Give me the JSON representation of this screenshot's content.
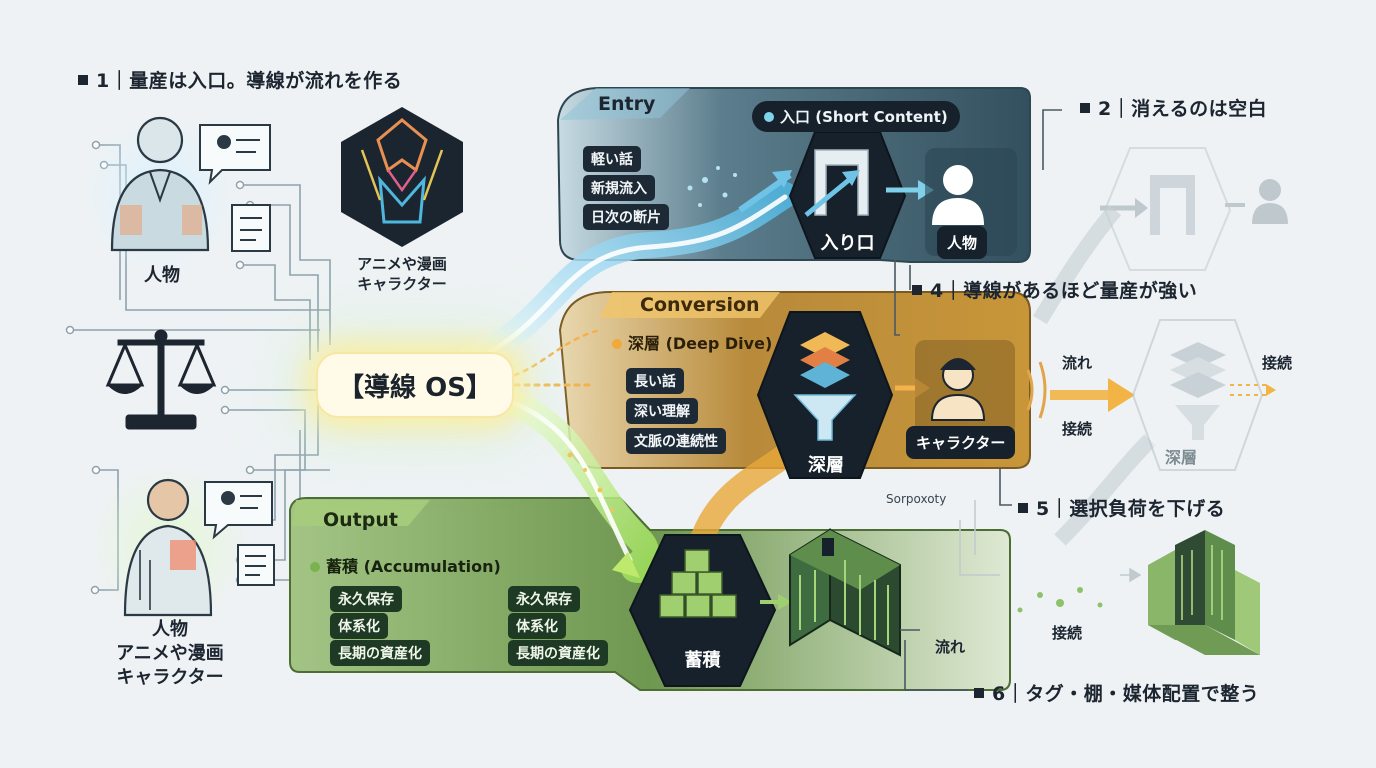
{
  "headings": {
    "h1": "1｜量産は入口。導線が流れを作る",
    "h2": "2｜消えるのは空白",
    "h4": "4｜導線があるほど量産が強い",
    "h5": "5｜選択負荷を下げる",
    "h6": "6｜タグ・棚・媒体配置で整う"
  },
  "left": {
    "person_top_caption": "人物",
    "anime_caption_line1": "アニメや漫画",
    "anime_caption_line2": "キャラクター",
    "person_bottom_line1": "人物",
    "person_bottom_line2": "アニメや漫画",
    "person_bottom_line3": "キャラクター"
  },
  "center": {
    "os_label": "【導線 OS】"
  },
  "entry": {
    "title": "Entry",
    "pill": "入口 (Short Content)",
    "items": [
      "軽い話",
      "新規流入",
      "日次の断片"
    ],
    "hex_label": "入り口",
    "person_label": "人物"
  },
  "conversion": {
    "title": "Conversion",
    "subtitle": "深層 (Deep Dive)",
    "items": [
      "長い話",
      "深い理解",
      "文脈の連続性"
    ],
    "hex_label": "深層",
    "character_label": "キャラクター"
  },
  "output": {
    "title": "Output",
    "subtitle": "蓄積 (Accumulation)",
    "items_left": [
      "永久保存",
      "体系化",
      "長期の資産化"
    ],
    "items_right": [
      "永久保存",
      "体系化",
      "長期の資産化"
    ],
    "hex_label": "蓄積"
  },
  "right": {
    "flow_label": "流れ",
    "connect_label_top": "接続",
    "connect_label_mid": "接続",
    "deep_label": "深層",
    "misc_label": "Sorpoxoty",
    "connect_label_bottom": "接続",
    "flow_label_bottom": "流れ"
  },
  "colors": {
    "entry_panel": "#3f5f6e",
    "conversion_panel": "#b98d3e",
    "output_panel": "#79a05a",
    "accent_orange": "#f0a93a",
    "accent_cyan": "#7fd4ec",
    "accent_green": "#b6e27a"
  }
}
